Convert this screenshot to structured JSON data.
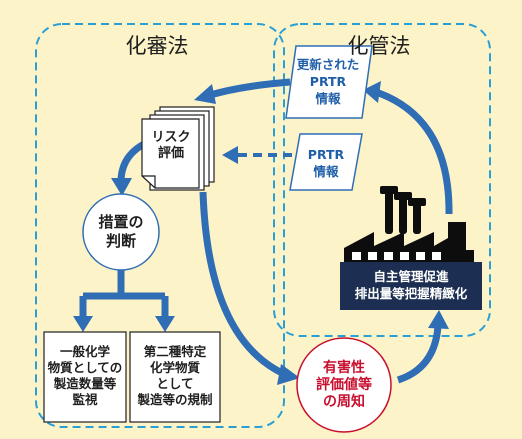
{
  "regions": {
    "left_title": "化審法",
    "right_title": "化管法"
  },
  "risk_assessment": {
    "label": "リスク\n評価"
  },
  "updated_prtr": {
    "label": "更新された\nPRTR\n情報"
  },
  "prtr_info": {
    "label": "PRTR\n情報"
  },
  "measures": {
    "label": "措置の\n判断"
  },
  "general_chemicals": {
    "label": "一般化学\n物質としての\n製造数量等\n監視"
  },
  "class2_chemicals": {
    "label": "第二種特定\n化学物質\nとして\n製造等の規制"
  },
  "factory": {
    "label": "自主管理促進\n排出量等把握精緻化"
  },
  "hazard_notice": {
    "label": "有害性\n評価値等\nの周知"
  },
  "colors": {
    "background": "#fdf3c9",
    "region_border": "#2a9fd6",
    "arrow_blue": "#2f6db5",
    "circle_border": "#2f6db5",
    "hazard_border": "#c8102e",
    "hazard_text": "#c8102e",
    "parallelogram_border": "#2f6db5",
    "parallelogram_text": "#1f5fa8"
  }
}
